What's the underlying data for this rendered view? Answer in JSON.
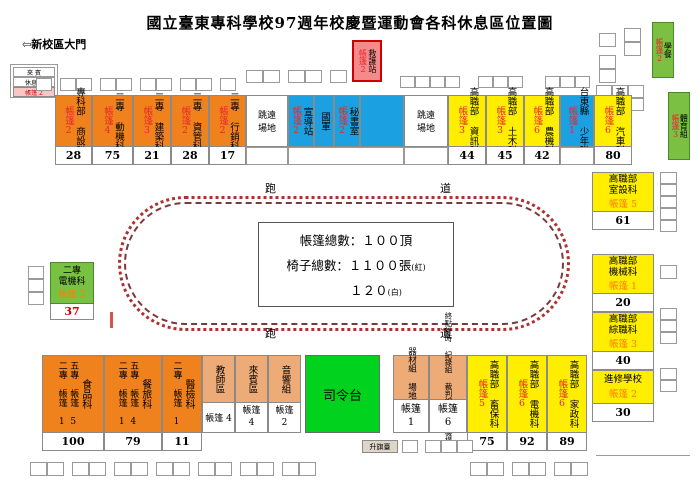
{
  "header": {
    "title": "國立臺東專科學校97週年校慶暨運動會各科休息區位置圖",
    "gate_label": "⇦新校區大門"
  },
  "center_summary": {
    "tents_line": "帳篷總數：１００頂",
    "chairs_line": "椅子總數：１１００張",
    "chairs_note": "(紅)",
    "chairs_line2": "１２０",
    "chairs_note2": "(白)"
  },
  "track": {
    "left_label": "跑",
    "right_label": "道",
    "bottom_left": "跑",
    "bottom_right": "道"
  },
  "podium": {
    "label": "司令台"
  },
  "flagpole": {
    "label": "升旗臺"
  },
  "field": {
    "long_jump_left": "跳遠\n場地",
    "long_jump_right": "跳遠\n場地"
  },
  "guest_box": {
    "line1": "來 賓",
    "line2": "休息區",
    "tent": "帳篷 2"
  },
  "top_row_left": [
    {
      "name": "專科部\n商設科",
      "tent": "帳篷",
      "tent_num": "2",
      "count": "28",
      "color": "org"
    },
    {
      "name": "二專\n動機科",
      "tent": "帳篷",
      "tent_num": "4",
      "count": "75",
      "color": "org"
    },
    {
      "name": "二專\n建築科",
      "tent": "帳篷",
      "tent_num": "3",
      "count": "21",
      "color": "org"
    },
    {
      "name": "二專\n資管科",
      "tent": "帳篷",
      "tent_num": "2",
      "count": "28",
      "color": "org"
    },
    {
      "name": "二專\n行銷科",
      "tent": "帳篷",
      "tent_num": "2",
      "count": "17",
      "color": "org"
    }
  ],
  "blue_row": [
    {
      "name": "宣導站",
      "tent": "帳篷",
      "tent_num": "2"
    },
    {
      "name": "國軍",
      "tent": "",
      "tent_num": ""
    },
    {
      "name": "秘書室",
      "tent": "帳篷",
      "tent_num": "2"
    }
  ],
  "yellow_row_top": [
    {
      "name": "高職部\n資訊科",
      "tent": "帳篷",
      "tent_num": "3",
      "count": "44"
    },
    {
      "name": "高職部\n土木科",
      "tent": "帳篷",
      "tent_num": "3",
      "count": "45"
    },
    {
      "name": "高職部\n農機科",
      "tent": "帳篷",
      "tent_num": "6",
      "count": "42"
    }
  ],
  "top_right_blue": {
    "name": "台東縣\n少年隊",
    "tent": "帳篷",
    "tent_num": "1"
  },
  "top_right_yellow": {
    "name": "高職部\n汽車科",
    "tent": "帳篷",
    "tent_num": "6",
    "count": "80"
  },
  "first_aid": {
    "name": "救護站",
    "tent": "帳篷",
    "tent_num": "2"
  },
  "canteen": {
    "name": "學餐",
    "tent": "帳篷",
    "tent_num": "2"
  },
  "pe_office": {
    "name": "體育組",
    "tent": "帳篷",
    "tent_num": "3"
  },
  "right_column": [
    {
      "name": "高職部\n室設科",
      "tent": "帳篷 5",
      "count": "61"
    },
    {
      "name": "高職部\n機械科",
      "tent": "帳篷 1",
      "count": "20"
    },
    {
      "name": "高職部\n綜職科",
      "tent": "帳篷 3",
      "count": "40"
    },
    {
      "name": "進修學校",
      "tent": "帳篷 2",
      "count": "30"
    }
  ],
  "left_mid": {
    "name": "二專\n電機科",
    "tent": "帳篷 3",
    "count": "37"
  },
  "bottom_orange": [
    {
      "dept": "食品科",
      "sub": [
        {
          "label": "五專",
          "tent": "帳篷 5"
        },
        {
          "label": "二專",
          "tent": "帳篷 1"
        }
      ],
      "count": "100"
    },
    {
      "dept": "餐旅科",
      "sub": [
        {
          "label": "五專",
          "tent": "帳篷 4"
        },
        {
          "label": "二專",
          "tent": "帳篷 1"
        }
      ],
      "count": "79"
    },
    {
      "dept": "醫檢科",
      "sub": [
        {
          "label": "二專",
          "tent": "帳篷 1"
        }
      ],
      "count": "11"
    }
  ],
  "bottom_light": [
    {
      "name": "教師區",
      "tent": "帳篷 4"
    },
    {
      "name": "來賓區",
      "tent": "帳篷\n4"
    },
    {
      "name": "音響組",
      "tent": "帳篷\n2"
    }
  ],
  "bottom_crew": [
    {
      "name": "器材組\n場地組",
      "tent": "帳篷\n1"
    },
    {
      "name": "終點計時\n紀錄組\n裁判組\n教育機構",
      "tent": "帳篷\n6"
    }
  ],
  "bottom_yellow": [
    {
      "name": "高職部\n畜保科",
      "tent": "帳篷",
      "tent_num": "5",
      "count": "75"
    },
    {
      "name": "高職部\n電機科",
      "tent": "帳篷",
      "tent_num": "6",
      "count": "92"
    },
    {
      "name": "高職部\n家政科",
      "tent": "帳篷",
      "tent_num": "6",
      "count": "89"
    }
  ]
}
